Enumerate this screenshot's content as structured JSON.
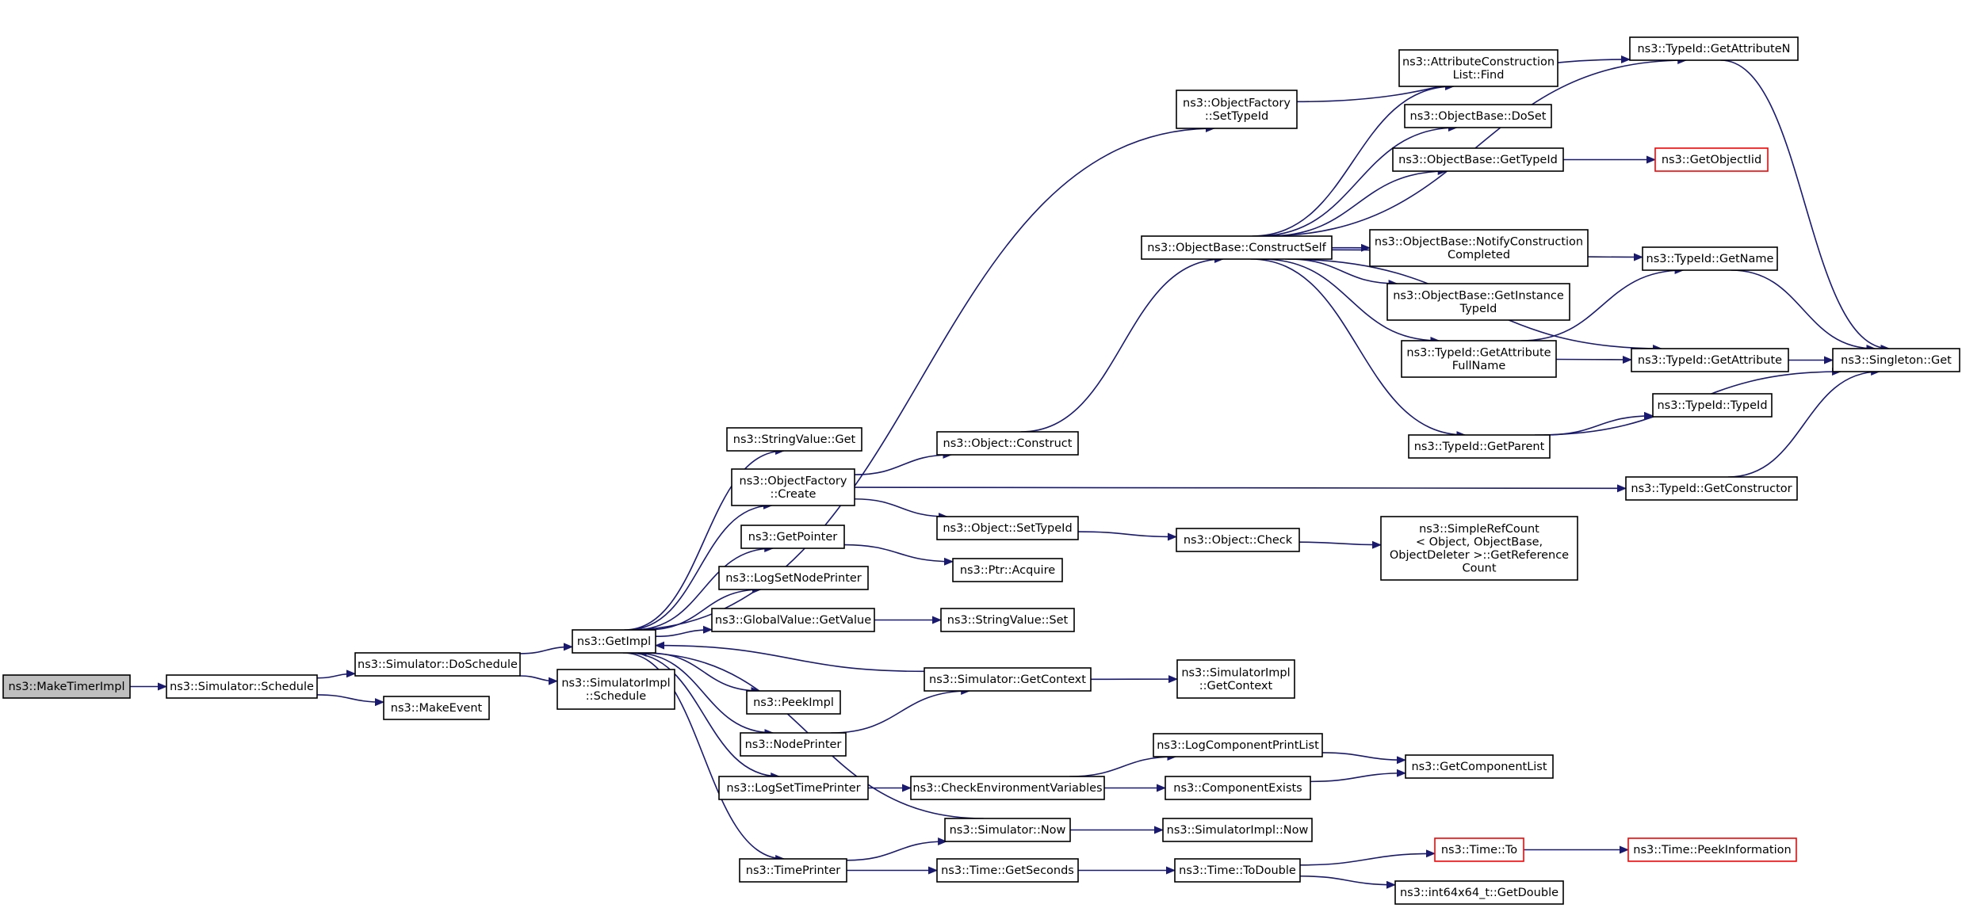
{
  "diagram": {
    "type": "call-graph",
    "edge_color": "#191970",
    "nodes": [
      {
        "id": "maketimerimpl",
        "lines": [
          "ns3::MakeTimerImpl"
        ],
        "style": "highlight"
      },
      {
        "id": "simulator-schedule",
        "lines": [
          "ns3::Simulator::Schedule"
        ]
      },
      {
        "id": "simulator-doschedule",
        "lines": [
          "ns3::Simulator::DoSchedule"
        ]
      },
      {
        "id": "makeevent",
        "lines": [
          "ns3::MakeEvent"
        ]
      },
      {
        "id": "getimpl",
        "lines": [
          "ns3::GetImpl"
        ]
      },
      {
        "id": "simulatorimpl-schedule",
        "lines": [
          "ns3::SimulatorImpl",
          "::Schedule"
        ]
      },
      {
        "id": "objectfactory-settypeid",
        "lines": [
          "ns3::ObjectFactory",
          "::SetTypeId"
        ]
      },
      {
        "id": "stringvalue-get",
        "lines": [
          "ns3::StringValue::Get"
        ]
      },
      {
        "id": "objectfactory-create",
        "lines": [
          "ns3::ObjectFactory",
          "::Create"
        ]
      },
      {
        "id": "getpointer",
        "lines": [
          "ns3::GetPointer"
        ]
      },
      {
        "id": "logsetnodeprinter",
        "lines": [
          "ns3::LogSetNodePrinter"
        ]
      },
      {
        "id": "globalvalue-getvalue",
        "lines": [
          "ns3::GlobalValue::GetValue"
        ]
      },
      {
        "id": "peekimpl",
        "lines": [
          "ns3::PeekImpl"
        ]
      },
      {
        "id": "nodeprinter",
        "lines": [
          "ns3::NodePrinter"
        ]
      },
      {
        "id": "logsettimeprinter",
        "lines": [
          "ns3::LogSetTimePrinter"
        ]
      },
      {
        "id": "timeprinter",
        "lines": [
          "ns3::TimePrinter"
        ]
      },
      {
        "id": "object-construct",
        "lines": [
          "ns3::Object::Construct"
        ]
      },
      {
        "id": "object-settypeid",
        "lines": [
          "ns3::Object::SetTypeId"
        ]
      },
      {
        "id": "ptr-acquire",
        "lines": [
          "ns3::Ptr::Acquire"
        ]
      },
      {
        "id": "stringvalue-set",
        "lines": [
          "ns3::StringValue::Set"
        ]
      },
      {
        "id": "simulator-getcontext",
        "lines": [
          "ns3::Simulator::GetContext"
        ]
      },
      {
        "id": "checkenvironmentvariables",
        "lines": [
          "ns3::CheckEnvironmentVariables"
        ]
      },
      {
        "id": "simulator-now",
        "lines": [
          "ns3::Simulator::Now"
        ]
      },
      {
        "id": "time-getseconds",
        "lines": [
          "ns3::Time::GetSeconds"
        ]
      },
      {
        "id": "objectbase-constructself",
        "lines": [
          "ns3::ObjectBase::ConstructSelf"
        ]
      },
      {
        "id": "object-check",
        "lines": [
          "ns3::Object::Check"
        ]
      },
      {
        "id": "simulatorimpl-getcontext",
        "lines": [
          "ns3::SimulatorImpl",
          "::GetContext"
        ]
      },
      {
        "id": "logcomponentprintlist",
        "lines": [
          "ns3::LogComponentPrintList"
        ]
      },
      {
        "id": "componentexists",
        "lines": [
          "ns3::ComponentExists"
        ]
      },
      {
        "id": "simulatorimpl-now",
        "lines": [
          "ns3::SimulatorImpl::Now"
        ]
      },
      {
        "id": "time-todouble",
        "lines": [
          "ns3::Time::ToDouble"
        ]
      },
      {
        "id": "attributeconstructionlist-find",
        "lines": [
          "ns3::AttributeConstruction",
          "List::Find"
        ]
      },
      {
        "id": "objectbase-doset",
        "lines": [
          "ns3::ObjectBase::DoSet"
        ]
      },
      {
        "id": "objectbase-gettypeid",
        "lines": [
          "ns3::ObjectBase::GetTypeId"
        ]
      },
      {
        "id": "objectbase-notifyconstructioncompleted",
        "lines": [
          "ns3::ObjectBase::NotifyConstruction",
          "Completed"
        ]
      },
      {
        "id": "objectbase-getinstancetypeid",
        "lines": [
          "ns3::ObjectBase::GetInstance",
          "TypeId"
        ]
      },
      {
        "id": "typeid-getattributefullname",
        "lines": [
          "ns3::TypeId::GetAttribute",
          "FullName"
        ]
      },
      {
        "id": "typeid-getparent",
        "lines": [
          "ns3::TypeId::GetParent"
        ]
      },
      {
        "id": "simplerefcount-getreferencecount",
        "lines": [
          "ns3::SimpleRefCount",
          "< Object, ObjectBase,",
          "ObjectDeleter >::GetReference",
          "Count"
        ]
      },
      {
        "id": "getcomponentlist",
        "lines": [
          "ns3::GetComponentList"
        ]
      },
      {
        "id": "time-to",
        "lines": [
          "ns3::Time::To"
        ],
        "style": "red"
      },
      {
        "id": "int64x64-getdouble",
        "lines": [
          "ns3::int64x64_t::GetDouble"
        ]
      },
      {
        "id": "typeid-getattributen",
        "lines": [
          "ns3::TypeId::GetAttributeN"
        ]
      },
      {
        "id": "getobjectiid",
        "lines": [
          "ns3::GetObjectIid"
        ],
        "style": "red"
      },
      {
        "id": "typeid-getname",
        "lines": [
          "ns3::TypeId::GetName"
        ]
      },
      {
        "id": "typeid-getattribute",
        "lines": [
          "ns3::TypeId::GetAttribute"
        ]
      },
      {
        "id": "typeid-typeid",
        "lines": [
          "ns3::TypeId::TypeId"
        ]
      },
      {
        "id": "typeid-getconstructor",
        "lines": [
          "ns3::TypeId::GetConstructor"
        ]
      },
      {
        "id": "time-peekinformation",
        "lines": [
          "ns3::Time::PeekInformation"
        ],
        "style": "red"
      },
      {
        "id": "singleton-get",
        "lines": [
          "ns3::Singleton::Get"
        ]
      }
    ],
    "edges": [
      [
        "maketimerimpl",
        "simulator-schedule"
      ],
      [
        "simulator-schedule",
        "simulator-doschedule"
      ],
      [
        "simulator-schedule",
        "makeevent"
      ],
      [
        "simulator-doschedule",
        "getimpl"
      ],
      [
        "simulator-doschedule",
        "simulatorimpl-schedule"
      ],
      [
        "getimpl",
        "objectfactory-settypeid"
      ],
      [
        "getimpl",
        "stringvalue-get"
      ],
      [
        "getimpl",
        "objectfactory-create"
      ],
      [
        "getimpl",
        "getpointer"
      ],
      [
        "getimpl",
        "logsetnodeprinter"
      ],
      [
        "getimpl",
        "globalvalue-getvalue"
      ],
      [
        "getimpl",
        "peekimpl"
      ],
      [
        "getimpl",
        "nodeprinter"
      ],
      [
        "getimpl",
        "logsettimeprinter"
      ],
      [
        "getimpl",
        "timeprinter"
      ],
      [
        "simulator-getcontext",
        "getimpl"
      ],
      [
        "simulator-now",
        "getimpl"
      ],
      [
        "objectfactory-settypeid",
        "typeid-getattributen"
      ],
      [
        "objectfactory-create",
        "object-construct"
      ],
      [
        "objectfactory-create",
        "object-settypeid"
      ],
      [
        "objectfactory-create",
        "typeid-getconstructor"
      ],
      [
        "getpointer",
        "ptr-acquire"
      ],
      [
        "globalvalue-getvalue",
        "stringvalue-set"
      ],
      [
        "nodeprinter",
        "simulator-getcontext"
      ],
      [
        "logsettimeprinter",
        "checkenvironmentvariables"
      ],
      [
        "timeprinter",
        "simulator-now"
      ],
      [
        "timeprinter",
        "time-getseconds"
      ],
      [
        "object-construct",
        "objectbase-constructself"
      ],
      [
        "object-settypeid",
        "object-check"
      ],
      [
        "object-check",
        "simplerefcount-getreferencecount"
      ],
      [
        "simulator-getcontext",
        "simulatorimpl-getcontext"
      ],
      [
        "checkenvironmentvariables",
        "logcomponentprintlist"
      ],
      [
        "checkenvironmentvariables",
        "componentexists"
      ],
      [
        "simulator-now",
        "simulatorimpl-now"
      ],
      [
        "time-getseconds",
        "time-todouble"
      ],
      [
        "logcomponentprintlist",
        "getcomponentlist"
      ],
      [
        "componentexists",
        "getcomponentlist"
      ],
      [
        "time-todouble",
        "time-to"
      ],
      [
        "time-todouble",
        "int64x64-getdouble"
      ],
      [
        "time-to",
        "time-peekinformation"
      ],
      [
        "objectbase-constructself",
        "attributeconstructionlist-find"
      ],
      [
        "objectbase-constructself",
        "objectbase-doset"
      ],
      [
        "objectbase-constructself",
        "objectbase-gettypeid"
      ],
      [
        "objectbase-constructself",
        "objectbase-notifyconstructioncompleted"
      ],
      [
        "objectbase-constructself",
        "objectbase-getinstancetypeid"
      ],
      [
        "objectbase-constructself",
        "typeid-getattributefullname"
      ],
      [
        "objectbase-constructself",
        "typeid-getparent"
      ],
      [
        "objectbase-constructself",
        "typeid-getattributen"
      ],
      [
        "objectbase-constructself",
        "typeid-getname"
      ],
      [
        "objectbase-constructself",
        "typeid-getattribute"
      ],
      [
        "objectbase-gettypeid",
        "getobjectiid"
      ],
      [
        "typeid-getattributefullname",
        "typeid-getname"
      ],
      [
        "typeid-getattributefullname",
        "typeid-getattribute"
      ],
      [
        "typeid-getparent",
        "typeid-typeid"
      ],
      [
        "typeid-getparent",
        "singleton-get"
      ],
      [
        "typeid-getattributen",
        "singleton-get"
      ],
      [
        "typeid-getname",
        "singleton-get"
      ],
      [
        "typeid-getattribute",
        "singleton-get"
      ],
      [
        "typeid-getconstructor",
        "singleton-get"
      ]
    ]
  }
}
